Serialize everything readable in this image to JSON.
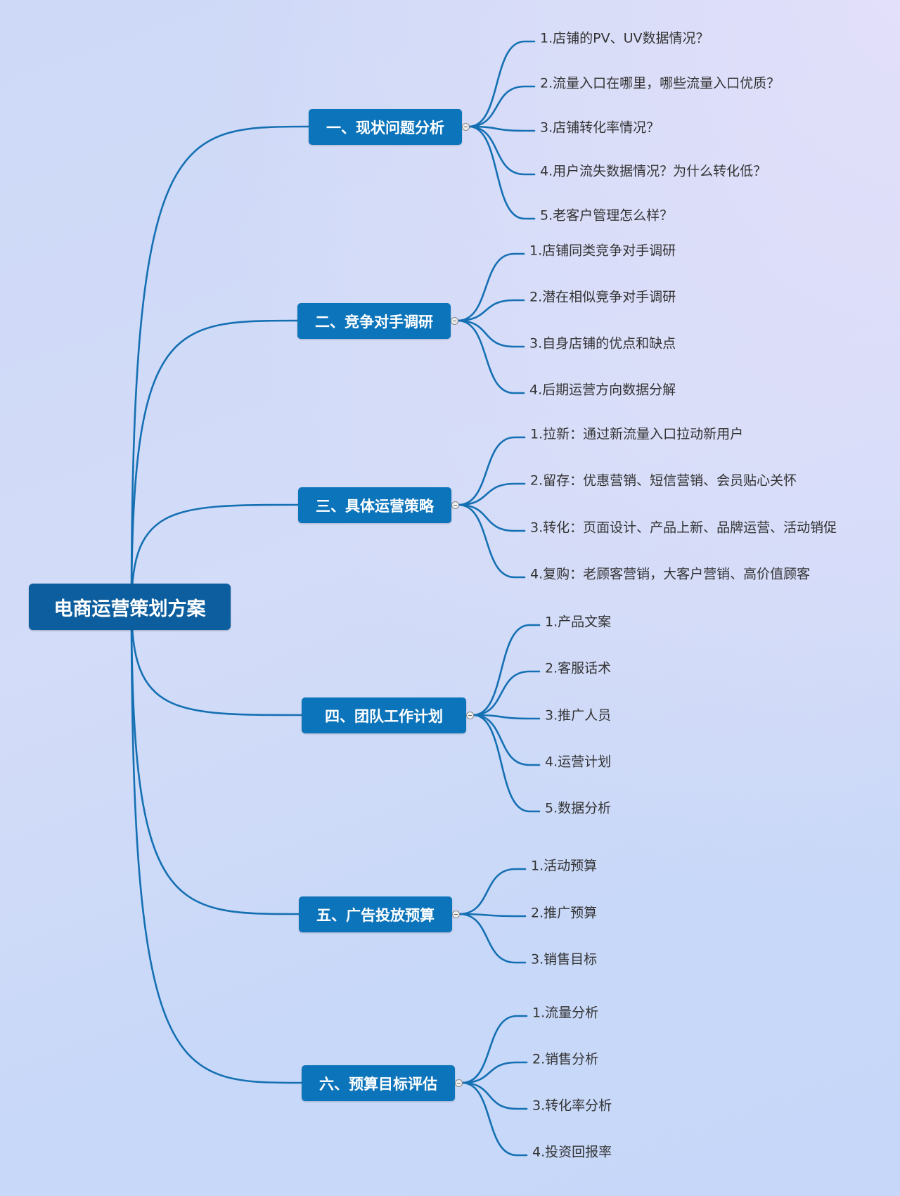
{
  "root": {
    "label": "电商运营策划方案"
  },
  "colors": {
    "root": "#0d5e9e",
    "branch": "#0c74ba",
    "edge": "#1570b3",
    "text": "#333333"
  },
  "branches": [
    {
      "label": "一、现状问题分析",
      "items": [
        "1.店铺的PV、UV数据情况？",
        "2.流量入口在哪里，哪些流量入口优质？",
        "3.店铺转化率情况？",
        "4.用户流失数据情况？为什么转化低？",
        "5.老客户管理怎么样？"
      ]
    },
    {
      "label": "二、竞争对手调研",
      "items": [
        "1.店铺同类竞争对手调研",
        "2.潜在相似竞争对手调研",
        "3.自身店铺的优点和缺点",
        "4.后期运营方向数据分解"
      ]
    },
    {
      "label": "三、具体运营策略",
      "items": [
        "1.拉新：通过新流量入口拉动新用户",
        "2.留存：优惠营销、短信营销、会员贴心关怀",
        "3.转化：页面设计、产品上新、品牌运营、活动销促",
        "4.复购：老顾客营销，大客户营销、高价值顾客"
      ]
    },
    {
      "label": "四、团队工作计划",
      "items": [
        "1.产品文案",
        "2.客服话术",
        "3.推广人员",
        "4.运营计划",
        "5.数据分析"
      ]
    },
    {
      "label": "五、广告投放预算",
      "items": [
        "1.活动预算",
        "2.推广预算",
        "3.销售目标"
      ]
    },
    {
      "label": "六、预算目标评估",
      "items": [
        "1.流量分析",
        "2.销售分析",
        "3.转化率分析",
        "4.投资回报率"
      ]
    }
  ]
}
